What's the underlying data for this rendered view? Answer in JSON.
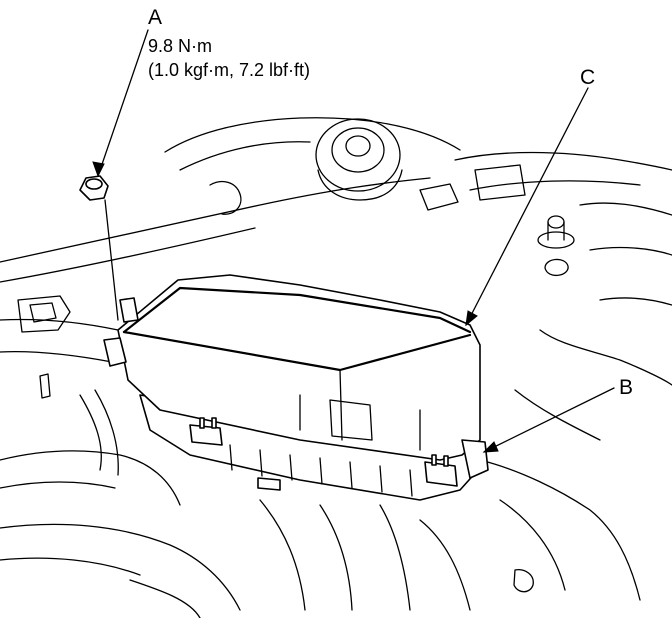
{
  "callouts": {
    "a": {
      "letter": "A",
      "torque_line1": "9.8 N·m",
      "torque_line2": "(1.0 kgf·m, 7.2 lbf·ft)"
    },
    "b": {
      "letter": "B"
    },
    "c": {
      "letter": "C"
    }
  }
}
